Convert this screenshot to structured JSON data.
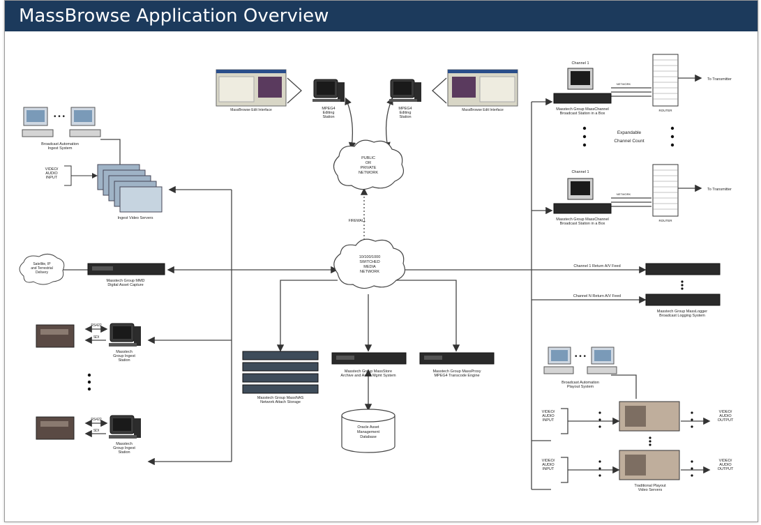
{
  "header": {
    "title": "MassBrowse Application Overview"
  },
  "diagram": {
    "labels": {
      "edit_screen_left": "MassBrowse Edit Interface",
      "edit_screen_right": "MassBrowse Edit Interface",
      "mpeg4_station_left": [
        "MPEG4",
        "Editing",
        "Station"
      ],
      "mpeg4_station_right": [
        "MPEG4",
        "Editing",
        "Station"
      ],
      "public_network": [
        "PUBLIC",
        "OR",
        "PRIVATE",
        "NETWORK"
      ],
      "firewall": "FIREWALL",
      "media_network": [
        "10/100/1000",
        "SWITCHED",
        "MEDIA",
        "NETWORK"
      ],
      "broadcast_ingest": [
        "Broadcast Automation",
        "Ingest System"
      ],
      "video_audio_input": [
        "VIDEO/",
        "AUDIO",
        "INPUT"
      ],
      "ingest_servers": "Ingest Video Servers",
      "satellite": [
        "Satellite, IP",
        "and Terrestrial",
        "Delivery"
      ],
      "dac": [
        "Masstech Group MMD",
        "Digital Asset Capture"
      ],
      "rs422": "RS422",
      "sdi": "SDI",
      "ingest_station_1": [
        "Masstech",
        "Group Ingest",
        "Station"
      ],
      "ingest_station_2": [
        "Masstech",
        "Group Ingest",
        "Station"
      ],
      "nas": [
        "Masstech Group MassNAS",
        "Network Attach Storage"
      ],
      "massstore": [
        "Masstech Group MassStore",
        "Archive and Asset Mgmt System"
      ],
      "massproxy": [
        "Masstech Group MassProxy",
        "MPEG4 Transcode Engine"
      ],
      "oracle": [
        "Oracle Asset",
        "Management",
        "Database"
      ],
      "channel_1a": "Channel 1",
      "channel_1b": "Channel 1",
      "masschannel_1": [
        "Masstech Group MassChannel",
        "Broadcast Station in a Box"
      ],
      "masschannel_2": [
        "Masstech Group MassChannel",
        "Broadcast Station in a Box"
      ],
      "expandable": [
        "Expandable",
        "Channel Count"
      ],
      "to_transmitter_1": "To Transmitter",
      "to_transmitter_2": "To Transmitter",
      "router_1": "ROUTER",
      "router_2": "ROUTER",
      "network_1": "NETWORK",
      "network_2": "NETWORK",
      "return_feed_1": "Channel 1 Return A/V Feed",
      "return_feed_n": "Channel N Return A/V Feed",
      "masslogger": [
        "Masstech Group MassLogger",
        "Broadcast Logging System"
      ],
      "playout_automation": [
        "Broadcast Automation",
        "Playout System"
      ],
      "video_audio_output": [
        "VIDEO/",
        "AUDIO",
        "OUTPUT"
      ],
      "playout_servers": [
        "Traditional Playout",
        "Video Servers"
      ]
    }
  }
}
